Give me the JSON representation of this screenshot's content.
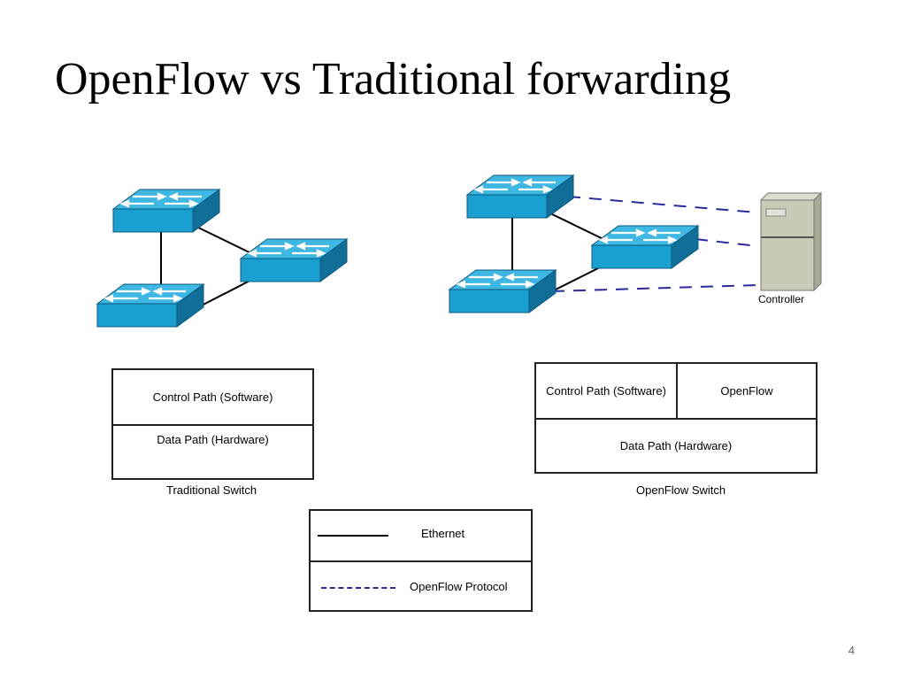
{
  "slide": {
    "title": "OpenFlow vs Traditional forwarding",
    "page_number": "4"
  },
  "traditional_switch": {
    "control_path": "Control Path (Software)",
    "data_path": "Data Path (Hardware)",
    "caption": "Traditional Switch"
  },
  "openflow_switch": {
    "control_path": "Control Path (Software)",
    "openflow": "OpenFlow",
    "data_path": "Data Path (Hardware)",
    "caption": "OpenFlow Switch"
  },
  "controller": {
    "label": "Controller"
  },
  "legend": {
    "ethernet": "Ethernet",
    "openflow_protocol": "OpenFlow Protocol"
  },
  "colors": {
    "switch_front": "#1a9fd1",
    "switch_top": "#3eb7e3",
    "switch_side": "#0f6f99",
    "controller_body": "#c8c9b7",
    "openflow_link": "#2a2a9c",
    "ethernet_link": "#000000"
  }
}
